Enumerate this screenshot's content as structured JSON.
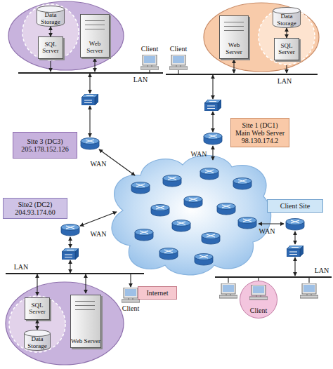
{
  "diagram": {
    "nodes": [
      {
        "text": [
          "Data Storage"
        ]
      },
      {
        "text": [
          "SQL Server"
        ]
      },
      {
        "text": [
          "Web Server"
        ]
      },
      {
        "text": [
          "Web Server"
        ]
      },
      {
        "text": [
          "Data Storage"
        ]
      },
      {
        "text": [
          "SQL Server"
        ]
      },
      {
        "text": [
          "Site 1 (DC1)",
          "Main Web Server",
          "98.130.174.2"
        ]
      },
      {
        "text": [
          "Site 3 (DC3)",
          "205.178.152.126"
        ]
      },
      {
        "text": [
          "Site2 (DC2)",
          "204.93.174.60"
        ]
      },
      {
        "text": [
          "Client Site"
        ]
      },
      {
        "text": [
          "SQL Server"
        ]
      },
      {
        "text": [
          "Web Server"
        ]
      },
      {
        "text": [
          "Data Storage"
        ]
      },
      {
        "text": [
          "Internet"
        ]
      },
      {
        "text": [
          "Client"
        ]
      }
    ],
    "edges": [
      {
        "from": 0,
        "to": 1,
        "arrow": "both"
      },
      {
        "from": 4,
        "to": 5,
        "arrow": "both"
      },
      {
        "from": 10,
        "to": 12,
        "arrow": "both"
      }
    ],
    "labels": [
      "Client",
      "Client",
      "LAN",
      "LAN",
      "WAN",
      "WAN",
      "WAN",
      "WAN",
      "LAN",
      "LAN",
      "Client"
    ]
  }
}
